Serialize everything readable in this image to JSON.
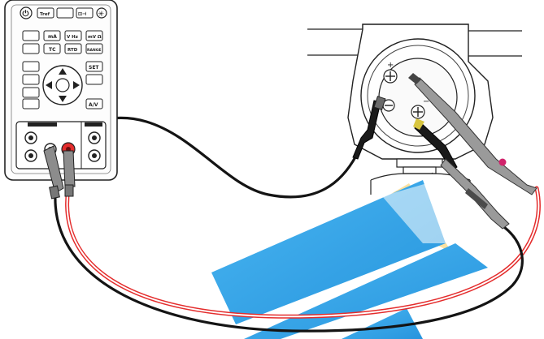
{
  "calibrator": {
    "top_keys": [
      "Tref",
      "",
      "⊡⊣"
    ],
    "row1_keys": [
      "",
      "mA",
      "V Hz",
      "mV Ω"
    ],
    "row1_top": "",
    "row2_keys": [
      "",
      "TC",
      "RTD",
      "RANGE"
    ],
    "side_left": [
      "",
      "",
      "",
      ""
    ],
    "side_right": [
      "SET",
      "",
      "A/V"
    ],
    "section_left": "",
    "section_right": "",
    "jack_top": "",
    "jack_red": ""
  },
  "transmitter": {
    "plus_mark": "+",
    "minus_mark": "−",
    "dot_mark": "."
  },
  "colors": {
    "lead_black": "#141414",
    "lead_red": "#e42c2c",
    "watermark_blue": "#1f9be6",
    "watermark_yellow": "#f7c95a",
    "probe_gray": "#8f8f8f"
  }
}
